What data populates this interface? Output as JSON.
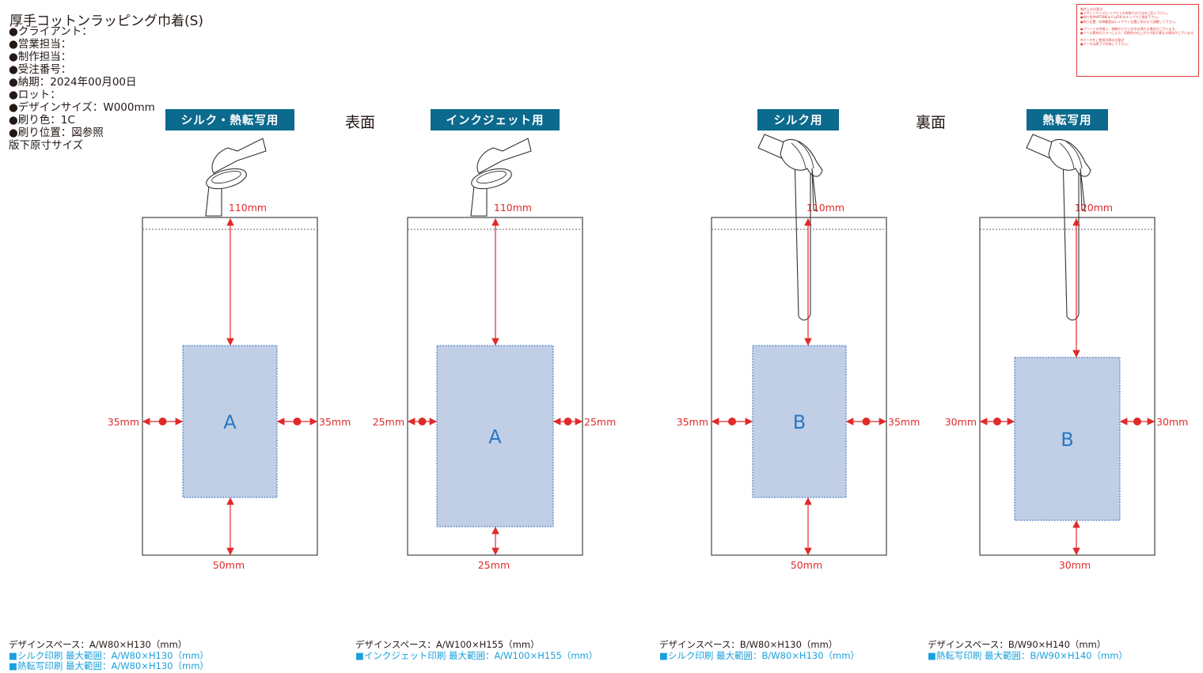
{
  "header": {
    "title": "厚手コットンラッピング巾着(S)",
    "info": [
      "●クライアント：",
      "●営業担当：",
      "●制作担当：",
      "●受注番号：",
      "●納期：2024年00月00日",
      "●ロット：",
      "●デザインサイズ：W000mm",
      "●刷り色：1C",
      "●刷り位置：図参照",
      "版下原寸サイズ"
    ]
  },
  "notes": {
    "title": "制作上の注意点",
    "lines": [
      "●デザインサイズ/レイアウトの詳細での寸法をご記入下さい。",
      "●刷り色PANTONEまたはDICのチップでご指定下さい。",
      "●刷り位置・印刷範囲はレイアウト位置に合わせて調整して下さい。",
      "●プリントの性質上、細線や小さい文字は潰れる場合がございます。",
      "●ベース素材のカラーにより、印刷色の仕上がりが若干異なる場合がございます。",
      "※データをご使用の際の注意点",
      "●データは原寸で作成して下さい。"
    ]
  },
  "faces": {
    "front": "表面",
    "back": "裏面"
  },
  "panels": [
    {
      "badge": "シルク・熱転写用",
      "letter": "A",
      "top": "110mm",
      "bottom": "50mm",
      "left": "35mm",
      "right": "35mm",
      "footer": [
        "デザインスペース：A/W80×H130（mm）",
        "■シルク印刷 最大範囲：A/W80×H130（mm）",
        "■熱転写印刷 最大範囲：A/W80×H130（mm）"
      ]
    },
    {
      "badge": "インクジェット用",
      "letter": "A",
      "top": "110mm",
      "bottom": "25mm",
      "left": "25mm",
      "right": "25mm",
      "footer": [
        "デザインスペース：A/W100×H155（mm）",
        "■インクジェット印刷 最大範囲：A/W100×H155（mm）"
      ]
    },
    {
      "badge": "シルク用",
      "letter": "B",
      "top": "110mm",
      "bottom": "50mm",
      "left": "35mm",
      "right": "35mm",
      "footer": [
        "デザインスペース：B/W80×H130（mm）",
        "■シルク印刷 最大範囲：B/W80×H130（mm）"
      ]
    },
    {
      "badge": "熱転写用",
      "letter": "B",
      "top": "120mm",
      "bottom": "30mm",
      "left": "30mm",
      "right": "30mm",
      "footer": [
        "デザインスペース：B/W90×H140（mm）",
        "■熱転写印刷 最大範囲：B/W90×H140（mm）"
      ]
    }
  ],
  "colors": {
    "badge": "#0b6a8d",
    "dimension": "#e02a2a",
    "print_area": "#c0cfe6",
    "letter": "#2a78c2",
    "range_text": "#1aa0dc"
  }
}
